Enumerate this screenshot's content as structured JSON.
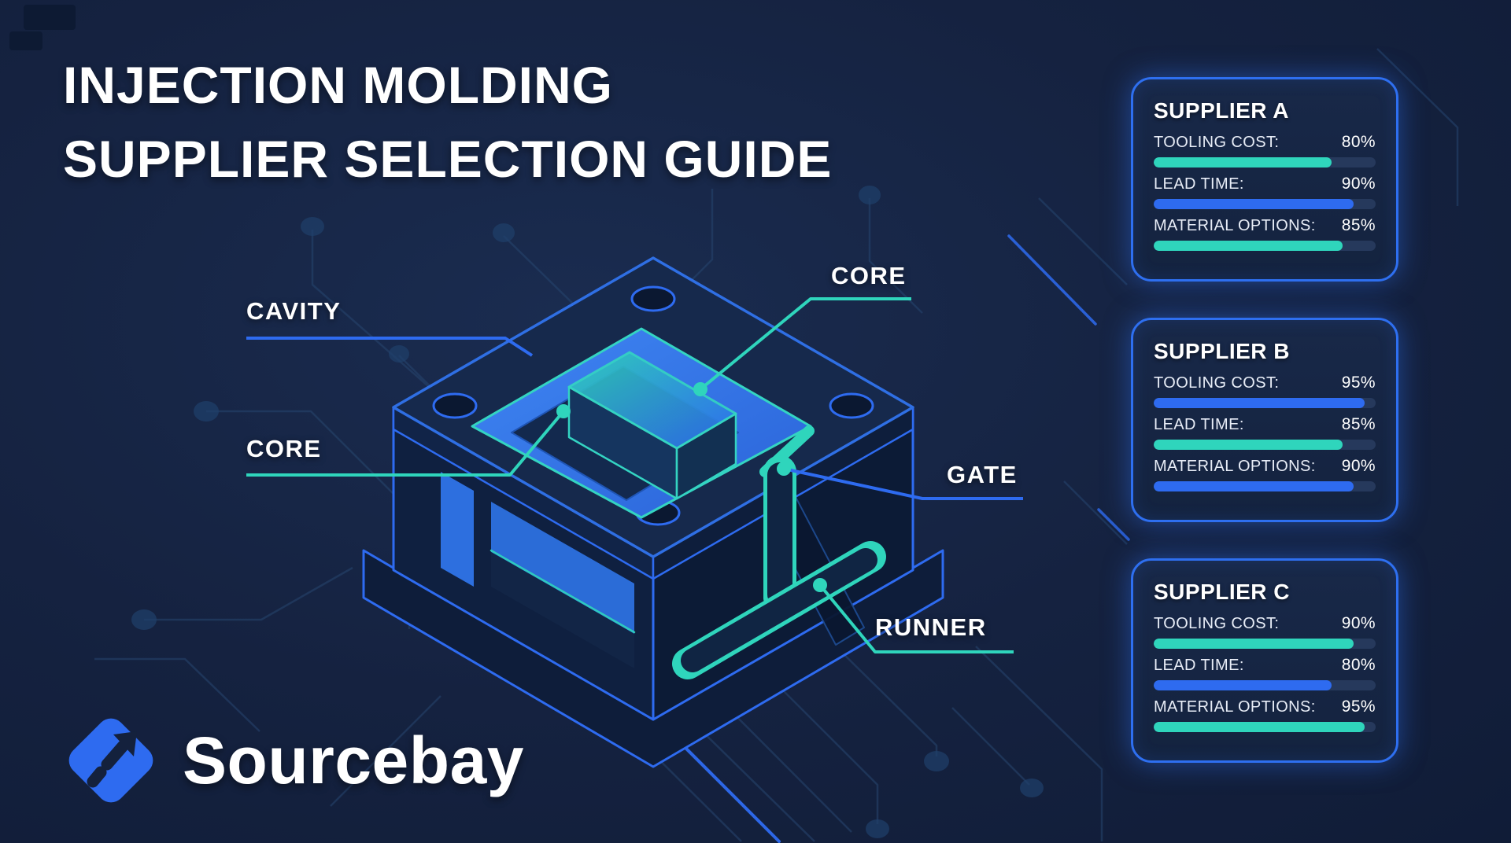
{
  "title": {
    "line1": "INJECTION MOLDING",
    "line2": "SUPPLIER SELECTION GUIDE"
  },
  "brand": {
    "name": "Sourcebay",
    "icon": "arrow-diamond-logo-icon"
  },
  "colors": {
    "teal": "#2fd5bc",
    "blue": "#2e6bf0",
    "card_border": "#2e6ff0",
    "background": "#142140",
    "bar_track": "#26395c"
  },
  "diagram": {
    "labels": {
      "cavity": "CAVITY",
      "core_top": "CORE",
      "core_left": "CORE",
      "gate": "GATE",
      "runner": "RUNNER"
    }
  },
  "suppliers": [
    {
      "name": "SUPPLIER A",
      "metrics": [
        {
          "label": "TOOLING COST:",
          "value": "80%",
          "pct": 80,
          "color": "teal"
        },
        {
          "label": "LEAD TIME:",
          "value": "90%",
          "pct": 90,
          "color": "blue"
        },
        {
          "label": "MATERIAL OPTIONS:",
          "value": "85%",
          "pct": 85,
          "color": "teal"
        }
      ]
    },
    {
      "name": "SUPPLIER B",
      "metrics": [
        {
          "label": "TOOLING COST:",
          "value": "95%",
          "pct": 95,
          "color": "blue"
        },
        {
          "label": "LEAD TIME:",
          "value": "85%",
          "pct": 85,
          "color": "teal"
        },
        {
          "label": "MATERIAL OPTIONS:",
          "value": "90%",
          "pct": 90,
          "color": "blue"
        }
      ]
    },
    {
      "name": "SUPPLIER C",
      "metrics": [
        {
          "label": "TOOLING COST:",
          "value": "90%",
          "pct": 90,
          "color": "teal"
        },
        {
          "label": "LEAD TIME:",
          "value": "80%",
          "pct": 80,
          "color": "blue"
        },
        {
          "label": "MATERIAL OPTIONS:",
          "value": "95%",
          "pct": 95,
          "color": "teal"
        }
      ]
    }
  ]
}
